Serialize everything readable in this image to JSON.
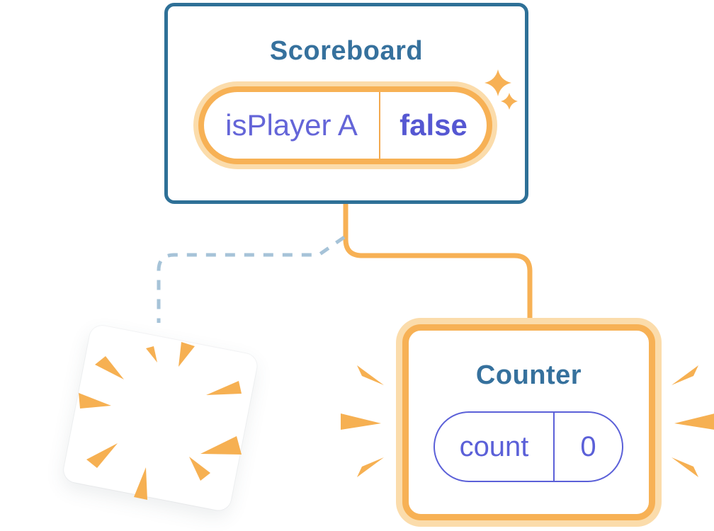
{
  "diagram": {
    "description": "React component tree state diagram: Scoreboard parent, old child disappearing with a poof, new Counter child appearing",
    "scoreboard": {
      "title": "Scoreboard",
      "state_pill": {
        "label": "isPlayer A",
        "value": "false"
      }
    },
    "counter": {
      "title": "Counter",
      "state_pill": {
        "label": "count",
        "value": "0"
      }
    },
    "icons": [
      "sparkles-icon",
      "poof-burst-icon",
      "emphasis-rays-icon"
    ],
    "colors": {
      "card_border_blue": "#2e7097",
      "title_blue": "#36719d",
      "state_purple": "#5b60d8",
      "state_purple_bold": "#5557d2",
      "accent_orange": "#f7b155",
      "accent_orange_glow": "#fbdcab",
      "dashed_connector_blue": "#a6c3d8",
      "card_background": "#ffffff"
    }
  }
}
